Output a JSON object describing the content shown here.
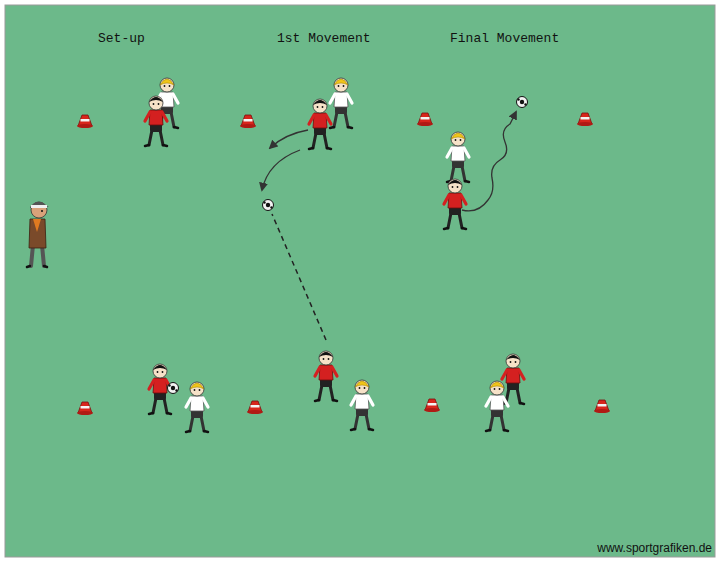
{
  "diagram": {
    "labels": [
      "Set-up",
      "1st Movement",
      "Final Movement",
      "www.sportgrafiken.de"
    ]
  }
}
